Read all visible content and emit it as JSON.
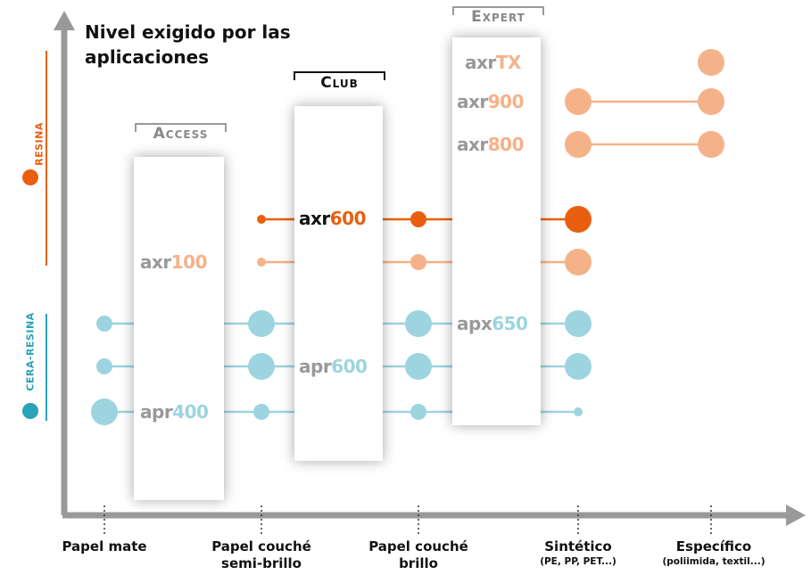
{
  "title_lines": [
    "Nivel exigido por las",
    "aplicaciones"
  ],
  "side_labels": {
    "resina": "RESINA",
    "cera_resina": "CERA-RESINA"
  },
  "tiers": {
    "access": "Access",
    "club": "Club",
    "expert": "Expert"
  },
  "x_labels": [
    {
      "main": [
        "Papel mate"
      ],
      "sub": ""
    },
    {
      "main": [
        "Papel couché",
        "semi-brillo"
      ],
      "sub": ""
    },
    {
      "main": [
        "Papel couché",
        "brillo"
      ],
      "sub": ""
    },
    {
      "main": [
        "Sintético"
      ],
      "sub": "(PE, PP, PET...)"
    },
    {
      "main": [
        "Específico"
      ],
      "sub": "(poliimida, textil...)"
    }
  ],
  "products": {
    "axr100": {
      "prefix": "axr",
      "num": "100"
    },
    "apr400": {
      "prefix": "apr",
      "num": "400"
    },
    "axr600": {
      "prefix": "axr",
      "num": "600"
    },
    "apr600": {
      "prefix": "apr",
      "num": "600"
    },
    "axrtx": {
      "prefix": "axr",
      "num": "TX"
    },
    "axr900": {
      "prefix": "axr",
      "num": "900"
    },
    "axr800": {
      "prefix": "axr",
      "num": "800"
    },
    "apx650": {
      "prefix": "apx",
      "num": "650"
    }
  },
  "colors": {
    "resin_light": "#f5b288",
    "resin_dark": "#e8600f",
    "wax": "#9dd4df",
    "wax_accent": "#9dd4df",
    "axis": "#999999",
    "side_resin": "#e8600f",
    "side_wax": "#2aa3b8"
  }
}
